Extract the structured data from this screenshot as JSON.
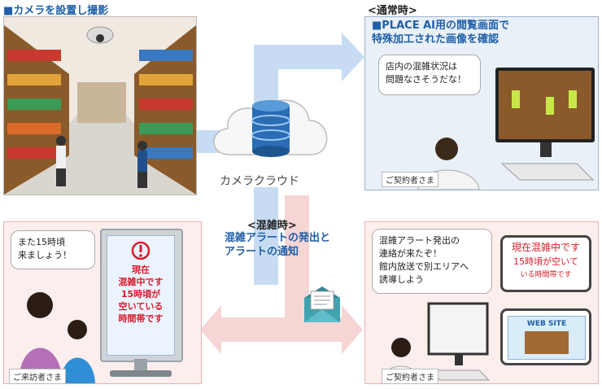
{
  "camera_section": {
    "title": "■カメラを設置し撮影"
  },
  "normal_section": {
    "title": "<通常時>",
    "subtitle_lines": [
      "■PLACE AI用の閲覧画面で",
      "特殊加工された画像を確認"
    ],
    "bubble_lines": [
      "店内の混雑状況は",
      "問題なさそうだな！"
    ],
    "caption": "ご契約者さま"
  },
  "cloud": {
    "label": "カメラクラウド"
  },
  "congestion_section": {
    "title": "<混雑時>",
    "subtitle_lines": [
      "混雑アラートの発出と",
      "アラートの通知"
    ]
  },
  "visitor_panel": {
    "bubble_lines": [
      "また15時頃",
      "来ましょう！"
    ],
    "signage_lines": [
      "現在",
      "混雑中です",
      "15時頃が",
      "空いている",
      "時間帯です"
    ],
    "caption": "ご来訪者さま"
  },
  "contractor_panel": {
    "bubble_lines": [
      "混雑アラート発出の",
      "連絡が来たぞ！",
      "館内放送で別エリアへ",
      "誘導しよう"
    ],
    "alert_lines": [
      "現在混雑中です",
      "15時頃が空いて",
      "いる時間帯です"
    ],
    "website_label": "WEB SITE",
    "caption": "ご契約者さま"
  },
  "colors": {
    "accent_blue": "#1f5fa8",
    "alert_red": "#d81b2a",
    "arrow_blue": "#c7dcf2",
    "arrow_pink": "#f6d5d5"
  }
}
